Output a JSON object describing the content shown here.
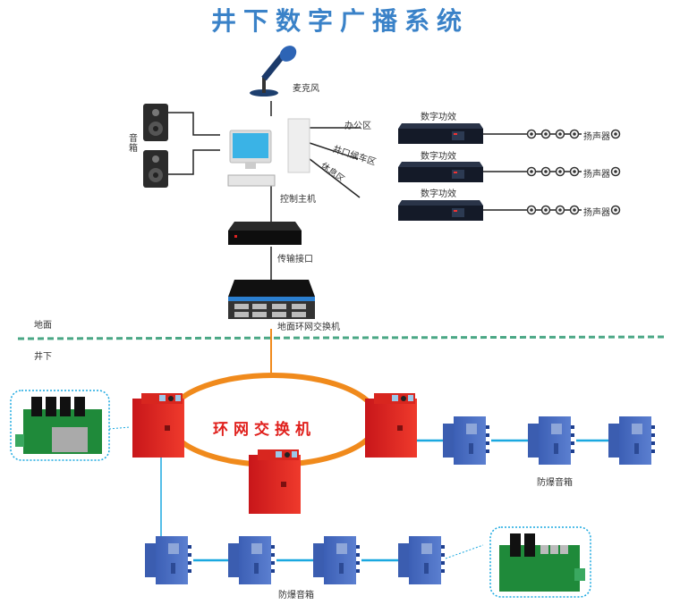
{
  "title": "井下数字广播系统",
  "surface": {
    "microphone": "麦克风",
    "speakers": "音箱",
    "host": "控制主机",
    "zones": [
      "办公区",
      "井口候车区",
      "休息区"
    ],
    "amplifier": "数字功效",
    "loudspeaker": "扬声器",
    "transfer": "传输接口",
    "switch": "地面环网交换机"
  },
  "divider": {
    "above": "地面",
    "below": "井下",
    "color": "#4aa785"
  },
  "underground": {
    "ring_label": "环网交换机",
    "ring_color": "#f08a1c",
    "link_color": "#1aa8e0",
    "box_label_right": "防爆音箱",
    "box_label_bottom": "防爆音箱"
  },
  "colors": {
    "title": "#3a82c8",
    "switch_box": "#e0201c",
    "speaker_box": "#4a6cc0"
  }
}
